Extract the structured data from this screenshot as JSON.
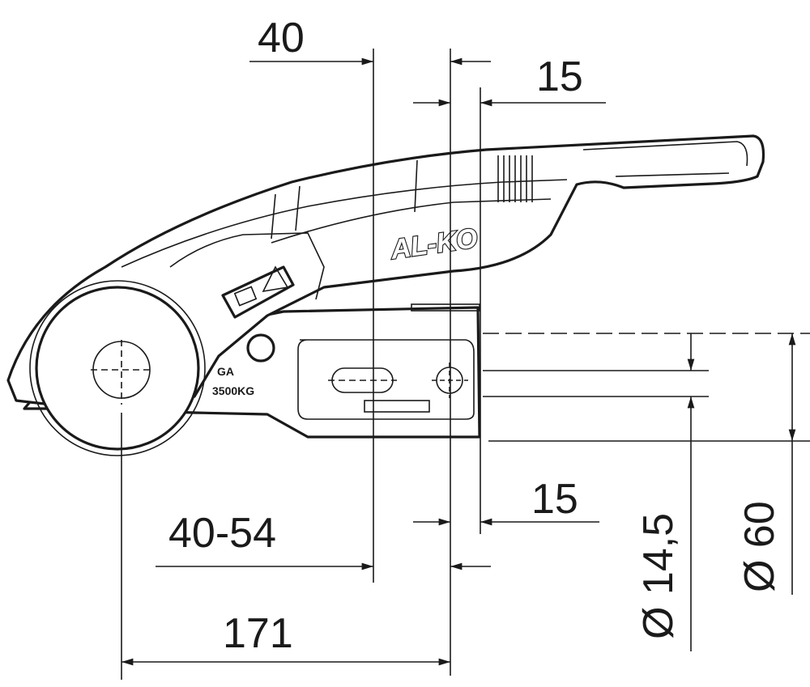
{
  "drawing": {
    "brand_logo": "AL-KO",
    "stamp_top": "GA",
    "stamp_bottom": "3500KG",
    "dimensions": {
      "top_width": "40",
      "top_offset": "15",
      "bottom_offset": "15",
      "bottom_range": "40-54",
      "overall_length": "171",
      "bore_diameter": "Ø 14,5",
      "tube_diameter": "Ø 60"
    }
  }
}
